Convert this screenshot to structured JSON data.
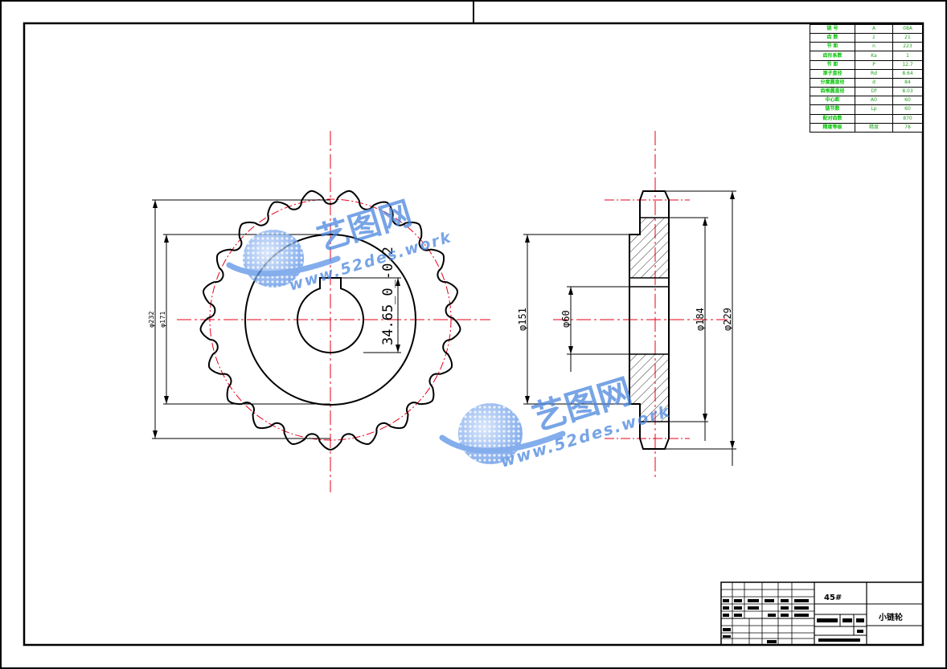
{
  "drawing": {
    "front_view": {
      "dimensions": [
        {
          "label": "φ232"
        },
        {
          "label": "φ171"
        },
        {
          "label": "34.65_0_-0.2"
        }
      ]
    },
    "side_view": {
      "dimensions": [
        {
          "label": "φ151"
        },
        {
          "label": "φ60"
        },
        {
          "label": "φ184"
        },
        {
          "label": "φ229"
        }
      ]
    }
  },
  "parameter_table": {
    "rows": [
      {
        "name": "链 号",
        "symbol": "A",
        "value": "08A"
      },
      {
        "name": "齿 数",
        "symbol": "z",
        "value": "21"
      },
      {
        "name": "节 距",
        "symbol": "n",
        "value": "223"
      },
      {
        "name": "齿形系数",
        "symbol": "Ka",
        "value": "1"
      },
      {
        "name": "节 距",
        "symbol": "P",
        "value": "12.7"
      },
      {
        "name": "滚子直径",
        "symbol": "Rd",
        "value": "8.64"
      },
      {
        "name": "分度圆直径",
        "symbol": "d",
        "value": "84"
      },
      {
        "name": "齿根圆直径",
        "symbol": "Df",
        "value": "8.03"
      },
      {
        "name": "中心距",
        "symbol": "A0",
        "value": "60"
      },
      {
        "name": "链节数",
        "symbol": "Lp",
        "value": "60"
      },
      {
        "name": "配对齿数",
        "symbol": "",
        "value": "870"
      },
      {
        "name": "精度等级",
        "symbol": "精度",
        "value": "78"
      }
    ]
  },
  "title_block": {
    "material": "45#",
    "part_name": "小链轮"
  },
  "watermark": {
    "brand": "艺图网",
    "url": "www.52des.work"
  },
  "colors": {
    "line": "#000000",
    "centerline": "#e8001a",
    "hatch": "#000000",
    "watermark": "#3a78d4",
    "table_text": "#00b000"
  }
}
